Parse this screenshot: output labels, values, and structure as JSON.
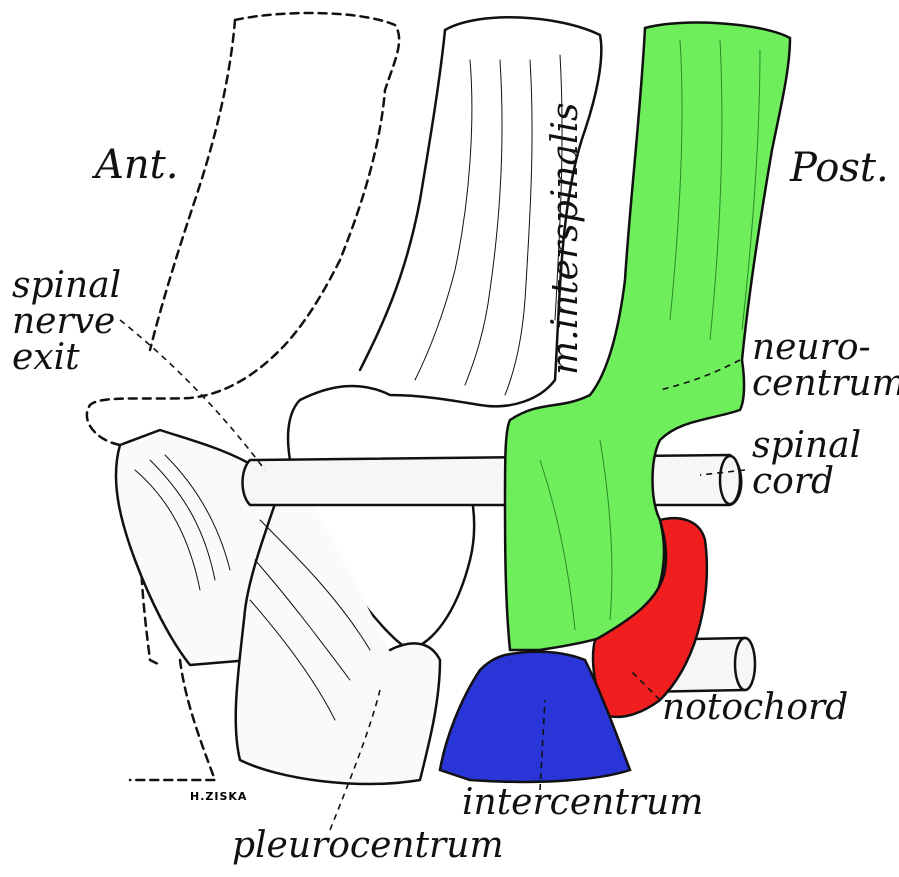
{
  "labels": {
    "ant": "Ant.",
    "post": "Post.",
    "spinal_nerve_exit": [
      "spinal",
      "nerve",
      "exit"
    ],
    "m_interspinalis": "m.interspinalis",
    "neurocentrum": [
      "neuro-",
      "centrum"
    ],
    "spinal_cord": [
      "spinal",
      "cord"
    ],
    "notochord": "notochord",
    "intercentrum": "intercentrum",
    "pleurocentrum": "pleurocentrum",
    "signature": "H.ZISKA"
  },
  "colors": {
    "neurocentrum": "#6fee5c",
    "notochord_segment": "#f01e1e",
    "intercentrum": "#2a35d8",
    "bone_outline": "#111111",
    "background": "#ffffff"
  }
}
